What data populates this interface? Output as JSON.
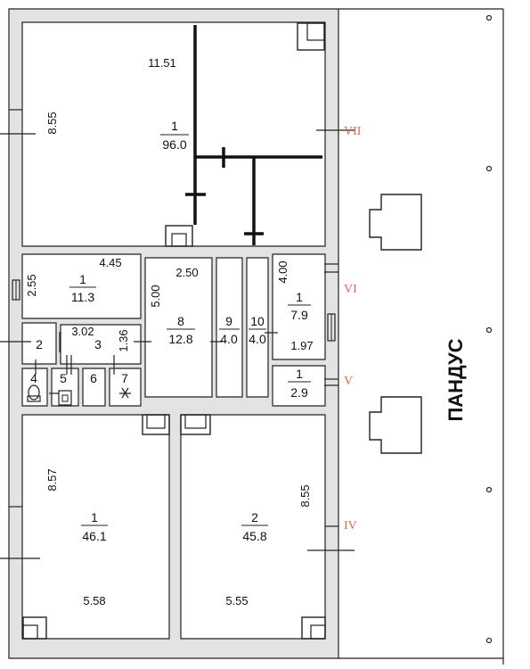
{
  "colors": {
    "wall": "#e3e3e3",
    "lines": "#222222",
    "roman": "#d9694f",
    "partition": "#111111"
  },
  "ramp_label": "ПАНДУС",
  "rooms": {
    "hall_top": {
      "number": "1",
      "area": "96.0",
      "dim_width": "11.51",
      "dim_height": "8.55"
    },
    "r1_small": {
      "number": "1",
      "area": "11.3",
      "dim_width": "4.45",
      "dim_height": "2.55"
    },
    "r8": {
      "number": "8",
      "area": "12.8",
      "dim_width": "2.50",
      "dim_height": "5.00"
    },
    "r9": {
      "number": "9",
      "area": "4.0"
    },
    "r10": {
      "number": "10",
      "area": "4.0"
    },
    "r1_right": {
      "number": "1",
      "area": "7.9",
      "dim_height": "4.00",
      "dim_width": "1.97"
    },
    "r1_v": {
      "number": "1",
      "area": "2.9"
    },
    "r2_small": {
      "number": "2"
    },
    "r3": {
      "number": "3",
      "dim_width": "3.02",
      "dim_height": "1.36"
    },
    "r4": {
      "number": "4"
    },
    "r5": {
      "number": "5"
    },
    "r6": {
      "number": "6"
    },
    "r7": {
      "number": "7"
    },
    "hall_bl": {
      "number": "1",
      "area": "46.1",
      "dim_height": "8.57",
      "dim_width": "5.58"
    },
    "hall_br": {
      "number": "2",
      "area": "45.8",
      "dim_height": "8.55",
      "dim_width": "5.55"
    }
  },
  "axes": {
    "vii": "VII",
    "vi": "VI",
    "v": "V",
    "iv": "IV"
  }
}
